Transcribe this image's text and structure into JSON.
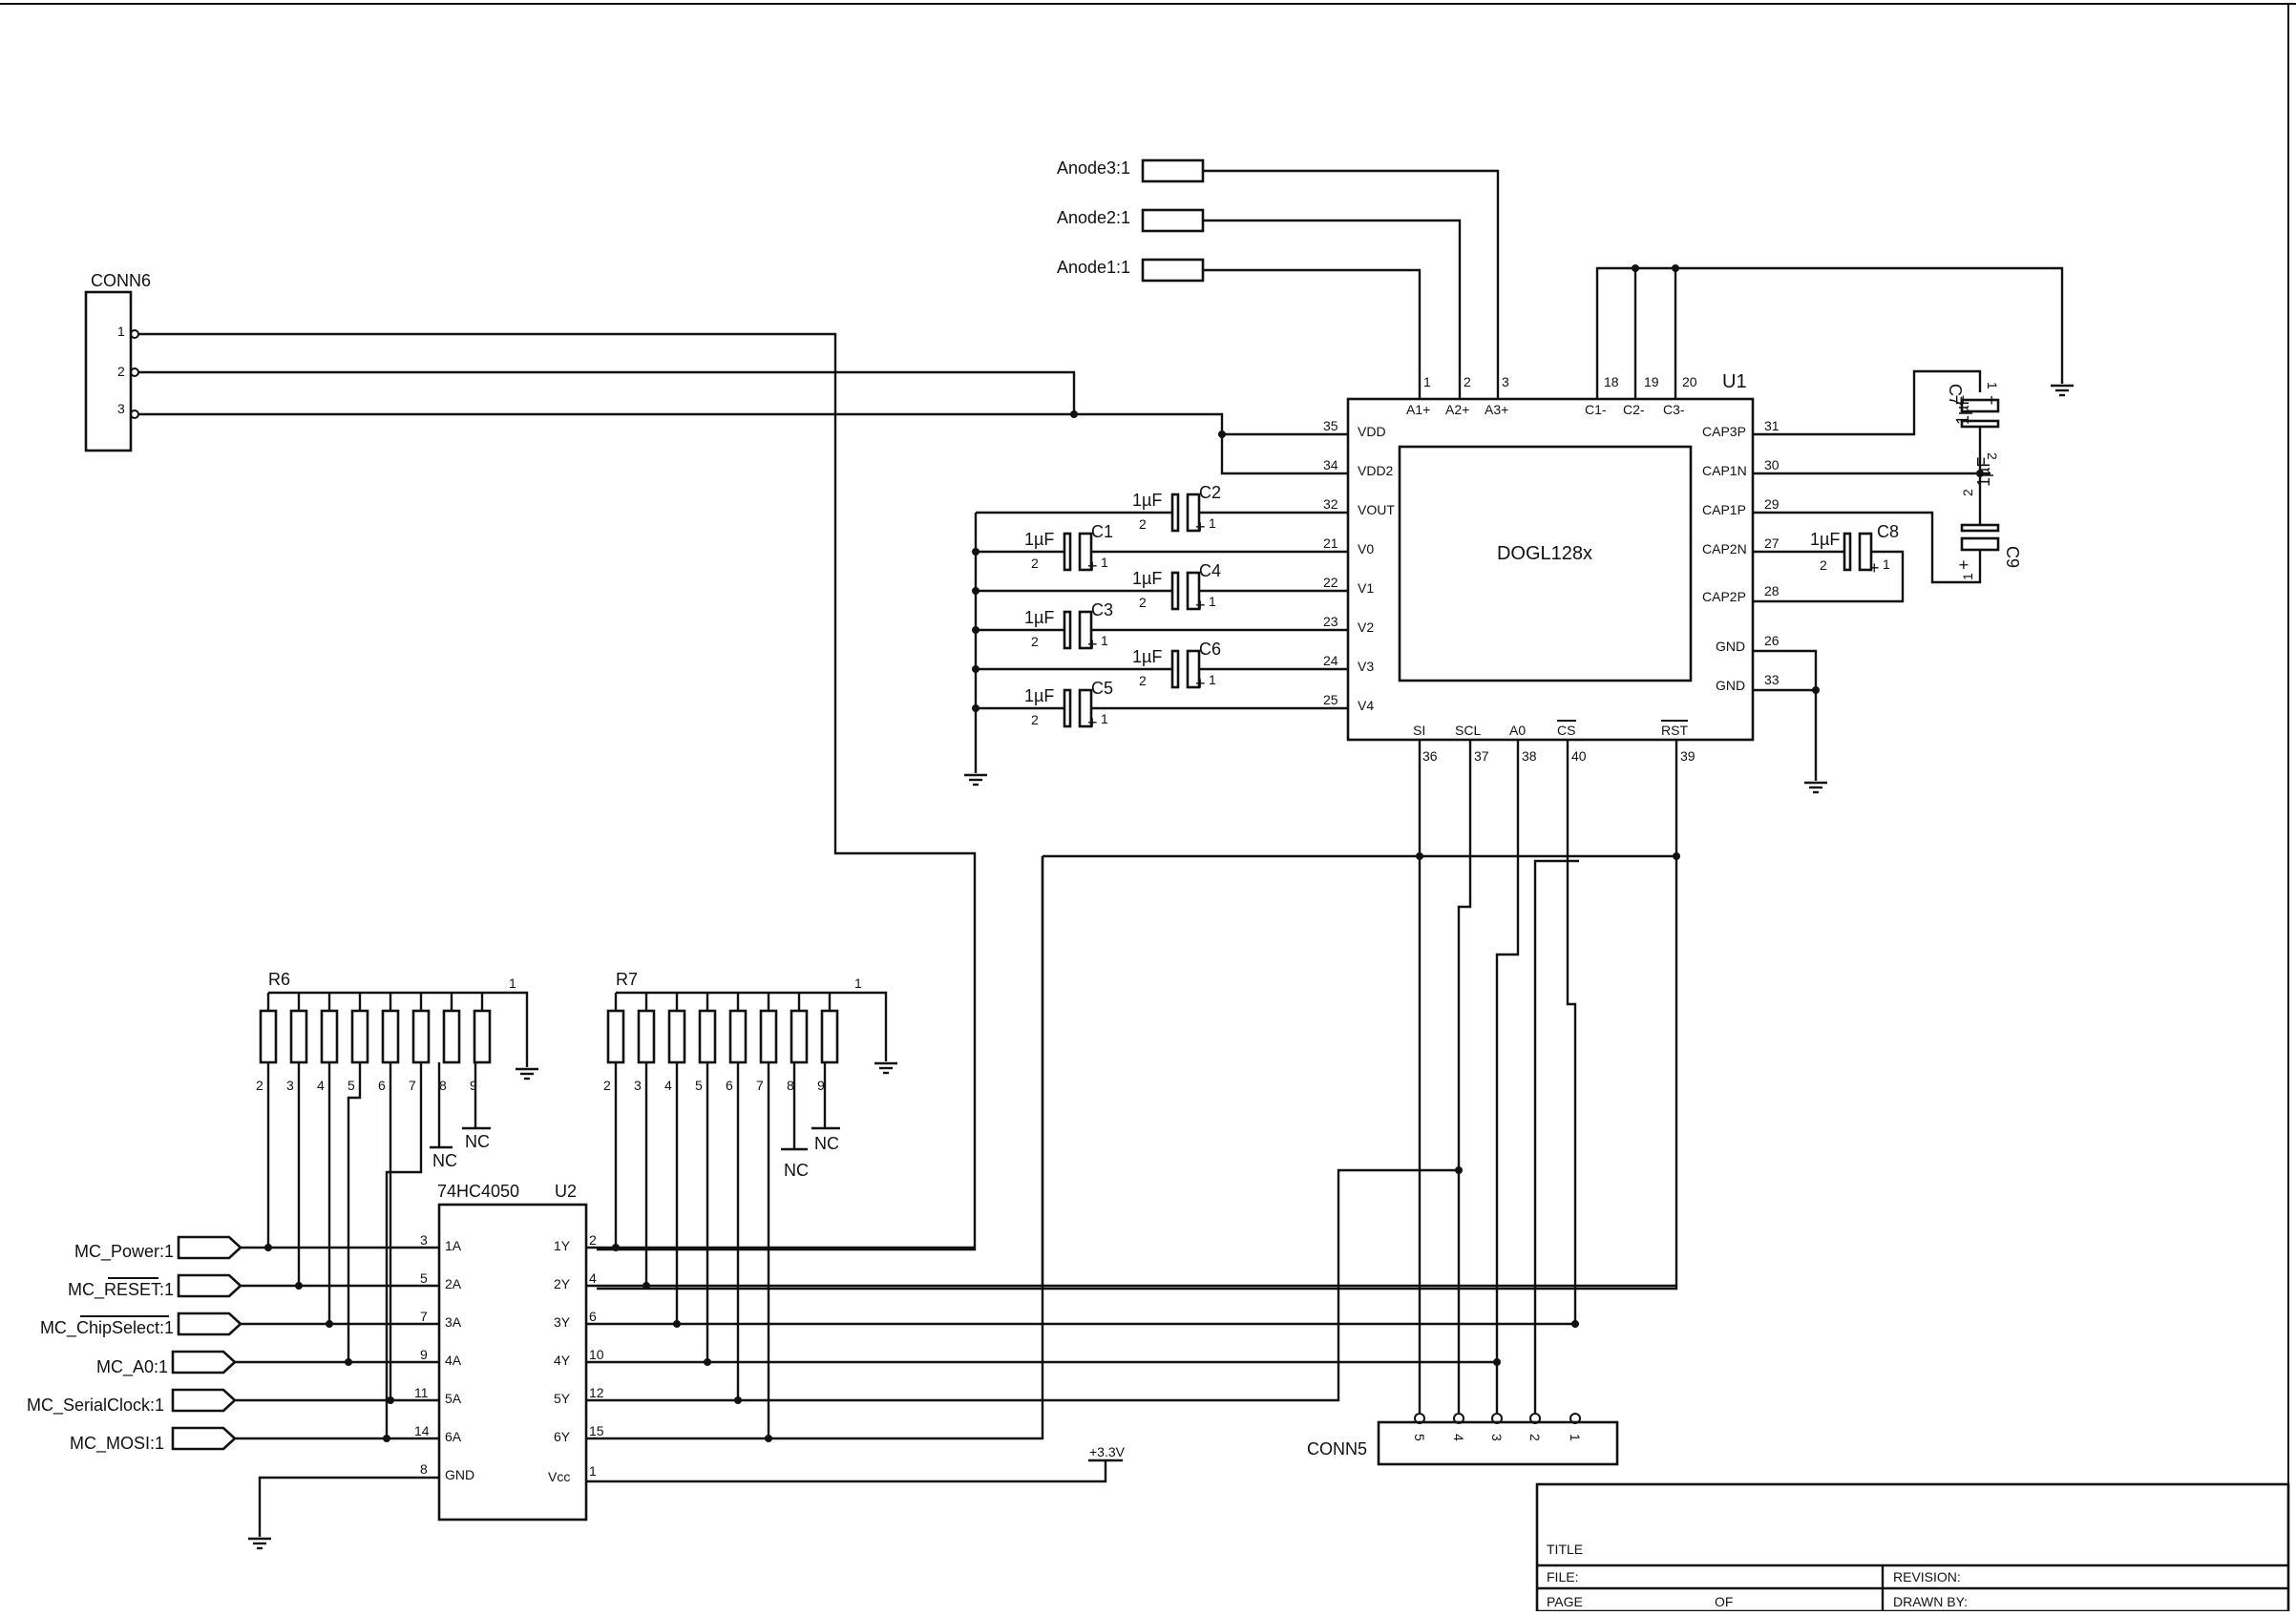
{
  "u1": {
    "ref": "U1",
    "part": "DOGL128x",
    "top_pins": [
      {
        "num": "1",
        "name": "A1+"
      },
      {
        "num": "2",
        "name": "A2+"
      },
      {
        "num": "3",
        "name": "A3+"
      },
      {
        "num": "18",
        "name": "C1-"
      },
      {
        "num": "19",
        "name": "C2-"
      },
      {
        "num": "20",
        "name": "C3-"
      }
    ],
    "left_pins": [
      {
        "num": "35",
        "name": "VDD"
      },
      {
        "num": "34",
        "name": "VDD2"
      },
      {
        "num": "32",
        "name": "VOUT"
      },
      {
        "num": "21",
        "name": "V0"
      },
      {
        "num": "22",
        "name": "V1"
      },
      {
        "num": "23",
        "name": "V2"
      },
      {
        "num": "24",
        "name": "V3"
      },
      {
        "num": "25",
        "name": "V4"
      }
    ],
    "right_pins": [
      {
        "num": "31",
        "name": "CAP3P"
      },
      {
        "num": "30",
        "name": "CAP1N"
      },
      {
        "num": "29",
        "name": "CAP1P"
      },
      {
        "num": "27",
        "name": "CAP2N"
      },
      {
        "num": "28",
        "name": "CAP2P"
      },
      {
        "num": "26",
        "name": "GND"
      },
      {
        "num": "33",
        "name": "GND"
      }
    ],
    "bottom_pins": [
      {
        "num": "36",
        "name": "SI"
      },
      {
        "num": "37",
        "name": "SCL"
      },
      {
        "num": "38",
        "name": "A0"
      },
      {
        "num": "40",
        "name": "CS"
      },
      {
        "num": "39",
        "name": "RST"
      }
    ]
  },
  "anodes": [
    "Anode3:1",
    "Anode2:1",
    "Anode1:1"
  ],
  "conn6": {
    "ref": "CONN6",
    "pins": [
      "1",
      "2",
      "3"
    ]
  },
  "conn5": {
    "ref": "CONN5",
    "pins": [
      "5",
      "4",
      "3",
      "2",
      "1"
    ]
  },
  "caps": [
    {
      "ref": "C2",
      "value": "1µF"
    },
    {
      "ref": "C1",
      "value": "1µF"
    },
    {
      "ref": "C4",
      "value": "1µF"
    },
    {
      "ref": "C3",
      "value": "1µF"
    },
    {
      "ref": "C6",
      "value": "1µF"
    },
    {
      "ref": "C5",
      "value": "1µF"
    },
    {
      "ref": "C8",
      "value": "1µF"
    },
    {
      "ref": "C7",
      "value": "1µF"
    },
    {
      "ref": "C9",
      "value": "1µF"
    }
  ],
  "cap_pins": {
    "plus": "+",
    "one": "1",
    "two": "2"
  },
  "u2": {
    "ref": "U2",
    "part": "74HC4050",
    "left_pins": [
      {
        "num": "3",
        "name": "1A"
      },
      {
        "num": "5",
        "name": "2A"
      },
      {
        "num": "7",
        "name": "3A"
      },
      {
        "num": "9",
        "name": "4A"
      },
      {
        "num": "11",
        "name": "5A"
      },
      {
        "num": "14",
        "name": "6A"
      },
      {
        "num": "8",
        "name": "GND"
      }
    ],
    "right_pins": [
      {
        "num": "2",
        "name": "1Y"
      },
      {
        "num": "4",
        "name": "2Y"
      },
      {
        "num": "6",
        "name": "3Y"
      },
      {
        "num": "10",
        "name": "4Y"
      },
      {
        "num": "12",
        "name": "5Y"
      },
      {
        "num": "15",
        "name": "6Y"
      },
      {
        "num": "1",
        "name": "Vcc"
      }
    ]
  },
  "mc_ports": [
    "MC_Power:1",
    "MC_RESET:1",
    "MC_ChipSelect:1",
    "MC_A0:1",
    "MC_SerialClock:1",
    "MC_MOSI:1"
  ],
  "r6": {
    "ref": "R6",
    "common_pin": "1",
    "pins": [
      "2",
      "3",
      "4",
      "5",
      "6",
      "7",
      "8",
      "9"
    ]
  },
  "r7": {
    "ref": "R7",
    "common_pin": "1",
    "pins": [
      "2",
      "3",
      "4",
      "5",
      "6",
      "7",
      "8",
      "9"
    ]
  },
  "nc": "NC",
  "supply": "+3.3V",
  "title_block": {
    "title": "TITLE",
    "file": "FILE:",
    "page": "PAGE",
    "of": "OF",
    "revision": "REVISION:",
    "drawn_by": "DRAWN BY:"
  }
}
